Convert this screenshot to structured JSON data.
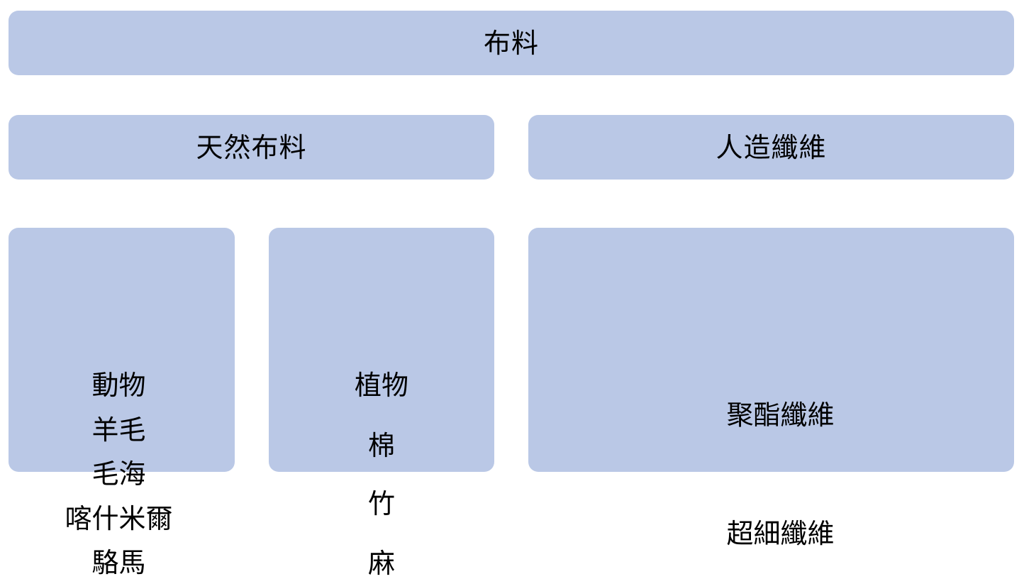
{
  "colors": {
    "box_fill": "#bac8e6",
    "text": "#000000",
    "background": "#ffffff"
  },
  "root": {
    "label": "布料"
  },
  "categories": [
    {
      "label": "天然布料"
    },
    {
      "label": "人造纖維"
    }
  ],
  "natural": {
    "animal": {
      "items": [
        "動物",
        "羊毛",
        "毛海",
        "喀什米爾",
        "駱馬"
      ]
    },
    "plant": {
      "items": [
        "植物",
        "棉",
        "竹",
        "麻"
      ]
    }
  },
  "synthetic": {
    "items": [
      "聚酯纖維",
      "超細纖維"
    ]
  }
}
